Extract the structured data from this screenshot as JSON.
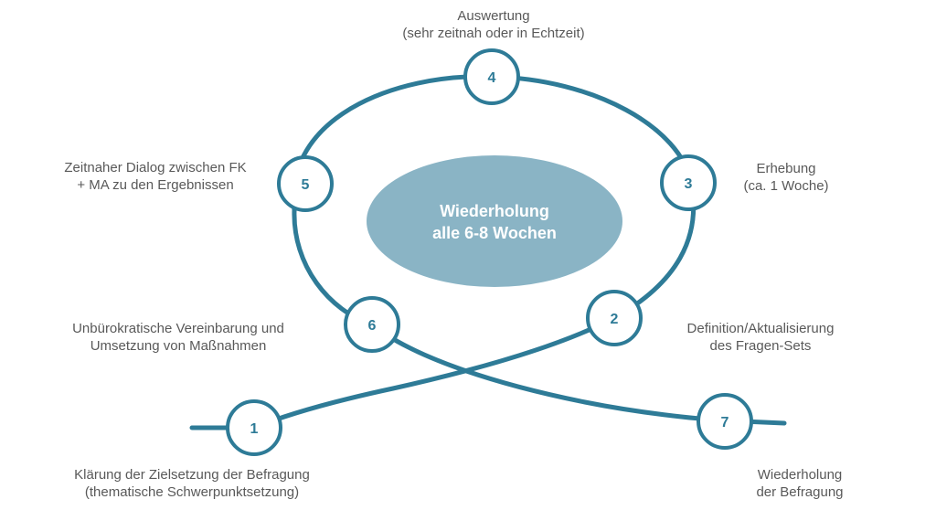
{
  "colors": {
    "track": "#2e7b97",
    "center_fill": "#8ab4c5",
    "label_text": "#595959"
  },
  "center": {
    "line1": "Wiederholung",
    "line2": "alle 6-8 Wochen"
  },
  "steps": [
    {
      "number": "1",
      "label_line1": "Klärung der Zielsetzung der Befragung",
      "label_line2": "(thematische Schwerpunktsetzung)"
    },
    {
      "number": "2",
      "label_line1": "Definition/Aktualisierung",
      "label_line2": "des Fragen-Sets"
    },
    {
      "number": "3",
      "label_line1": "Erhebung",
      "label_line2": "(ca. 1 Woche)"
    },
    {
      "number": "4",
      "label_line1": "Auswertung",
      "label_line2": "(sehr zeitnah oder in Echtzeit)"
    },
    {
      "number": "5",
      "label_line1": "Zeitnaher Dialog zwischen FK",
      "label_line2": "+ MA zu den Ergebnissen"
    },
    {
      "number": "6",
      "label_line1": "Unbürokratische Vereinbarung und",
      "label_line2": "Umsetzung von Maßnahmen"
    },
    {
      "number": "7",
      "label_line1": "Wiederholung",
      "label_line2": "der Befragung"
    }
  ]
}
